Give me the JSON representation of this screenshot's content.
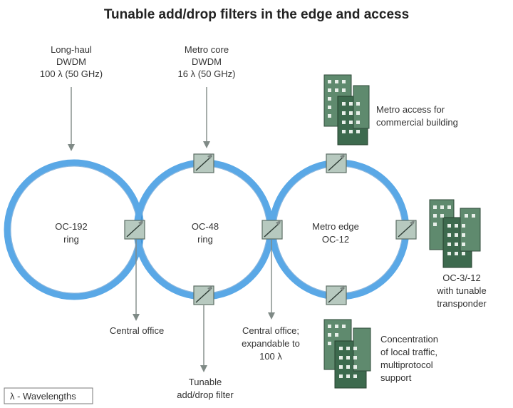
{
  "title": "Tunable add/drop filters in the edge and access",
  "inputs": {
    "long_haul": [
      "Long-haul",
      "DWDM",
      "100 λ (50 GHz)"
    ],
    "metro_core": [
      "Metro core",
      "DWDM",
      "16 λ (50 GHz)"
    ]
  },
  "rings": {
    "oc192": [
      "OC-192",
      "ring"
    ],
    "oc48": [
      "OC-48",
      "ring"
    ],
    "metro_edge": [
      "Metro edge",
      "OC-12"
    ]
  },
  "callouts": {
    "metro_access": [
      "Metro access for",
      "commercial building"
    ],
    "transponder": [
      "OC-3/-12",
      "with tunable",
      "transponder"
    ],
    "concentration": [
      "Concentration",
      "of local traffic,",
      "multiprotocol",
      "support"
    ],
    "central_office_1": [
      "Central office"
    ],
    "central_office_2": [
      "Central office;",
      "expandable to",
      "100 λ"
    ],
    "tunable_filter": [
      "Tunable",
      "add/drop filter"
    ]
  },
  "legend": "λ - Wavelengths",
  "colors": {
    "ring": "#5aa8e6",
    "filter": "#b7c9bf",
    "building": "#5f8a6e"
  }
}
